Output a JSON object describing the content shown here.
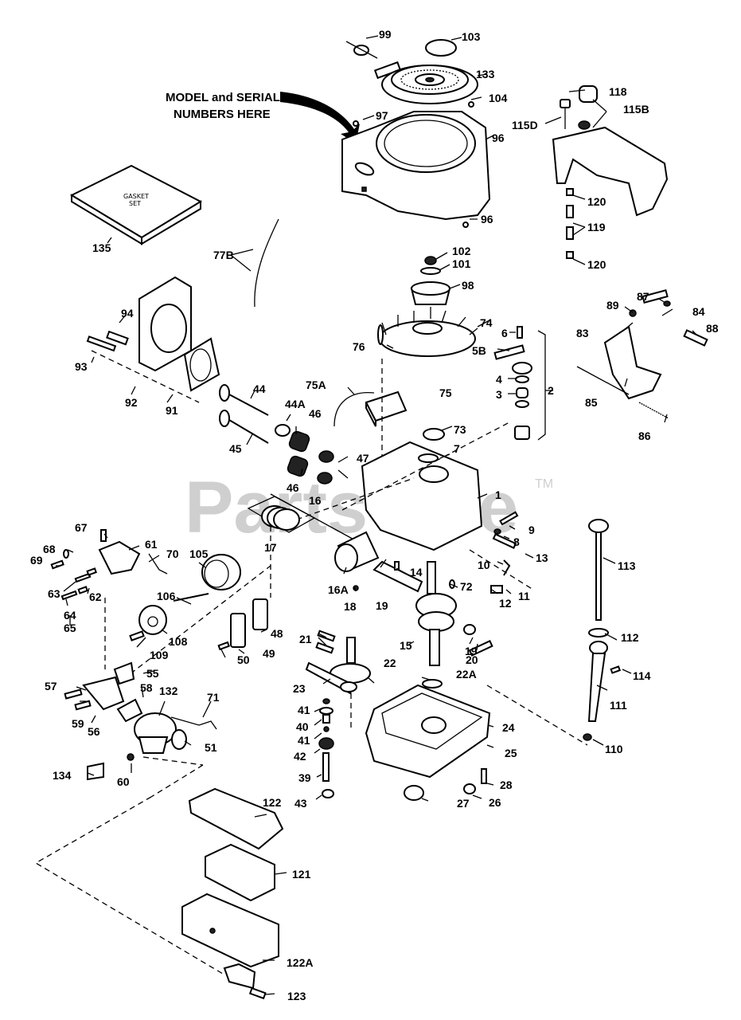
{
  "diagram": {
    "type": "exploded parts diagram",
    "subject": "engine",
    "watermark": "PartsTree",
    "watermark_tm": "TM",
    "note": {
      "line1": "MODEL and SERIAL",
      "line2": "NUMBERS HERE"
    },
    "gasket_box_text": {
      "line1": "GASKET",
      "line2": "SET"
    },
    "callouts": [
      {
        "id": "99",
        "group": "rewind starter"
      },
      {
        "id": "103",
        "group": "rewind starter"
      },
      {
        "id": "133",
        "group": "rewind starter"
      },
      {
        "id": "104",
        "group": "rewind starter"
      },
      {
        "id": "97",
        "group": "blower housing"
      },
      {
        "id": "96",
        "group": "blower housing"
      },
      {
        "id": "96b",
        "label": "96",
        "group": "blower housing"
      },
      {
        "id": "118",
        "group": "fuel tank"
      },
      {
        "id": "115B",
        "group": "fuel tank"
      },
      {
        "id": "115D",
        "group": "fuel tank"
      },
      {
        "id": "120",
        "group": "fuel line"
      },
      {
        "id": "119",
        "group": "fuel line"
      },
      {
        "id": "120b",
        "label": "120",
        "group": "fuel line"
      },
      {
        "id": "135",
        "group": "gasket set"
      },
      {
        "id": "77B",
        "group": "ground wire"
      },
      {
        "id": "102",
        "group": "flywheel"
      },
      {
        "id": "101",
        "group": "flywheel"
      },
      {
        "id": "98",
        "group": "flywheel"
      },
      {
        "id": "74",
        "group": "flywheel"
      },
      {
        "id": "76",
        "group": "ignition"
      },
      {
        "id": "6",
        "group": "breather"
      },
      {
        "id": "5B",
        "group": "breather"
      },
      {
        "id": "4",
        "group": "breather"
      },
      {
        "id": "3",
        "group": "breather"
      },
      {
        "id": "2",
        "group": "breather"
      },
      {
        "id": "94",
        "group": "cylinder head"
      },
      {
        "id": "93",
        "group": "cylinder head"
      },
      {
        "id": "92",
        "group": "cylinder head"
      },
      {
        "id": "91",
        "group": "cylinder head"
      },
      {
        "id": "44",
        "group": "valves"
      },
      {
        "id": "44A",
        "group": "valves"
      },
      {
        "id": "45",
        "group": "valves"
      },
      {
        "id": "46",
        "group": "valves"
      },
      {
        "id": "46b",
        "label": "46",
        "group": "valves"
      },
      {
        "id": "47",
        "group": "valves"
      },
      {
        "id": "75A",
        "group": "ignition"
      },
      {
        "id": "75",
        "group": "ignition"
      },
      {
        "id": "73",
        "group": "cylinder"
      },
      {
        "id": "7",
        "group": "cylinder"
      },
      {
        "id": "89",
        "group": "governor"
      },
      {
        "id": "87",
        "group": "governor"
      },
      {
        "id": "84",
        "group": "governor"
      },
      {
        "id": "83",
        "group": "governor"
      },
      {
        "id": "88",
        "group": "governor"
      },
      {
        "id": "85",
        "group": "governor"
      },
      {
        "id": "86",
        "group": "governor"
      },
      {
        "id": "1",
        "group": "cylinder"
      },
      {
        "id": "16",
        "group": "piston"
      },
      {
        "id": "17",
        "group": "piston"
      },
      {
        "id": "9",
        "group": "governor"
      },
      {
        "id": "8",
        "group": "governor"
      },
      {
        "id": "13",
        "group": "governor"
      },
      {
        "id": "10",
        "group": "governor"
      },
      {
        "id": "11",
        "group": "governor"
      },
      {
        "id": "12",
        "group": "governor"
      },
      {
        "id": "14",
        "group": "cylinder"
      },
      {
        "id": "72",
        "group": "crankshaft"
      },
      {
        "id": "16A",
        "group": "piston"
      },
      {
        "id": "18",
        "group": "piston"
      },
      {
        "id": "19",
        "group": "connecting rod"
      },
      {
        "id": "19b",
        "label": "19",
        "group": "connecting rod"
      },
      {
        "id": "15",
        "group": "crankshaft"
      },
      {
        "id": "20",
        "group": "connecting rod"
      },
      {
        "id": "67",
        "group": "carburetor controls"
      },
      {
        "id": "61",
        "group": "carburetor controls"
      },
      {
        "id": "68",
        "group": "carburetor controls"
      },
      {
        "id": "69",
        "group": "carburetor controls"
      },
      {
        "id": "70",
        "group": "carburetor controls"
      },
      {
        "id": "63",
        "group": "carburetor controls"
      },
      {
        "id": "62",
        "group": "carburetor controls"
      },
      {
        "id": "64",
        "group": "carburetor controls"
      },
      {
        "id": "65",
        "group": "carburetor controls"
      },
      {
        "id": "105",
        "group": "muffler"
      },
      {
        "id": "106",
        "group": "muffler"
      },
      {
        "id": "108",
        "group": "muffler"
      },
      {
        "id": "109",
        "group": "muffler"
      },
      {
        "id": "48",
        "group": "muffler"
      },
      {
        "id": "49",
        "group": "muffler"
      },
      {
        "id": "50",
        "group": "muffler"
      },
      {
        "id": "55",
        "group": "carburetor"
      },
      {
        "id": "21",
        "group": "governor gear"
      },
      {
        "id": "22",
        "group": "governor gear"
      },
      {
        "id": "23",
        "group": "governor gear"
      },
      {
        "id": "22A",
        "group": "crankcase"
      },
      {
        "id": "57",
        "group": "carburetor"
      },
      {
        "id": "58",
        "group": "carburetor"
      },
      {
        "id": "132",
        "group": "carburetor"
      },
      {
        "id": "71",
        "group": "carburetor"
      },
      {
        "id": "59",
        "group": "carburetor"
      },
      {
        "id": "56",
        "group": "carburetor"
      },
      {
        "id": "51",
        "group": "carburetor"
      },
      {
        "id": "60",
        "group": "carburetor"
      },
      {
        "id": "134",
        "group": "carburetor"
      },
      {
        "id": "41",
        "group": "oil slinger"
      },
      {
        "id": "40",
        "group": "oil slinger"
      },
      {
        "id": "41b",
        "label": "41",
        "group": "oil slinger"
      },
      {
        "id": "42",
        "group": "oil slinger"
      },
      {
        "id": "39",
        "group": "oil slinger"
      },
      {
        "id": "43",
        "group": "oil slinger"
      },
      {
        "id": "24",
        "group": "crankcase"
      },
      {
        "id": "25",
        "group": "crankcase"
      },
      {
        "id": "28",
        "group": "crankcase"
      },
      {
        "id": "27",
        "group": "crankcase"
      },
      {
        "id": "26",
        "group": "crankcase"
      },
      {
        "id": "113",
        "group": "dipstick"
      },
      {
        "id": "112",
        "group": "dipstick"
      },
      {
        "id": "114",
        "group": "dipstick"
      },
      {
        "id": "111",
        "group": "dipstick"
      },
      {
        "id": "110",
        "group": "dipstick"
      },
      {
        "id": "122",
        "group": "air cleaner"
      },
      {
        "id": "121",
        "group": "air cleaner"
      },
      {
        "id": "122A",
        "group": "air cleaner"
      },
      {
        "id": "123",
        "group": "air cleaner"
      }
    ]
  }
}
